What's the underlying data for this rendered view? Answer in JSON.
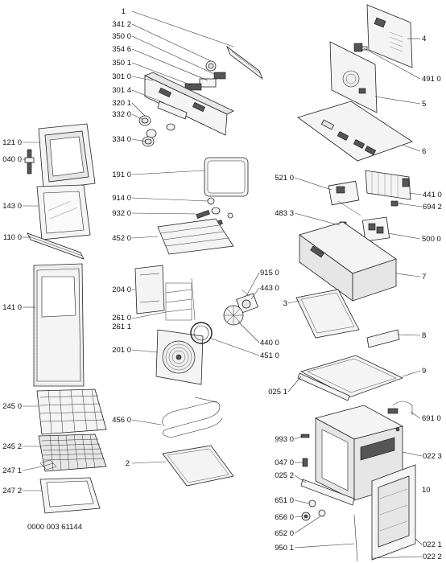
{
  "figure_code": "0000 003 61144",
  "parts": [
    {
      "id": "p1",
      "label": "1"
    },
    {
      "id": "p3412",
      "label": "341 2"
    },
    {
      "id": "p3500",
      "label": "350 0"
    },
    {
      "id": "p3546",
      "label": "354 6"
    },
    {
      "id": "p3501",
      "label": "350 1"
    },
    {
      "id": "p3010",
      "label": "301 0"
    },
    {
      "id": "p3014",
      "label": "301 4"
    },
    {
      "id": "p3201",
      "label": "320 1"
    },
    {
      "id": "p3320",
      "label": "332 0"
    },
    {
      "id": "p3340",
      "label": "334 0"
    },
    {
      "id": "p1210",
      "label": "121 0"
    },
    {
      "id": "p0400",
      "label": "040 0"
    },
    {
      "id": "p1430",
      "label": "143 0"
    },
    {
      "id": "p1100",
      "label": "110 0"
    },
    {
      "id": "p1410",
      "label": "141 0"
    },
    {
      "id": "p2450",
      "label": "245 0"
    },
    {
      "id": "p2452",
      "label": "245 2"
    },
    {
      "id": "p2471",
      "label": "247 1"
    },
    {
      "id": "p2472",
      "label": "247 2"
    },
    {
      "id": "p1910",
      "label": "191 0"
    },
    {
      "id": "p9140",
      "label": "914 0"
    },
    {
      "id": "p9320",
      "label": "932 0"
    },
    {
      "id": "p4520",
      "label": "452 0"
    },
    {
      "id": "p2040",
      "label": "204 0"
    },
    {
      "id": "p2610",
      "label": "261 0"
    },
    {
      "id": "p2611",
      "label": "261 1"
    },
    {
      "id": "p2010",
      "label": "201 0"
    },
    {
      "id": "p4560",
      "label": "456 0"
    },
    {
      "id": "p2",
      "label": "2"
    },
    {
      "id": "p9150",
      "label": "915 0"
    },
    {
      "id": "p4430",
      "label": "443 0"
    },
    {
      "id": "p4400",
      "label": "440 0"
    },
    {
      "id": "p4510",
      "label": "451 0"
    },
    {
      "id": "p4",
      "label": "4"
    },
    {
      "id": "p4910",
      "label": "491 0"
    },
    {
      "id": "p5",
      "label": "5"
    },
    {
      "id": "p6",
      "label": "6"
    },
    {
      "id": "p5210",
      "label": "521 0"
    },
    {
      "id": "p4410",
      "label": "441 0"
    },
    {
      "id": "p6942",
      "label": "694 2"
    },
    {
      "id": "p4833",
      "label": "483 3"
    },
    {
      "id": "p5000",
      "label": "500 0"
    },
    {
      "id": "p7",
      "label": "7"
    },
    {
      "id": "p3",
      "label": "3"
    },
    {
      "id": "p8",
      "label": "8"
    },
    {
      "id": "p9",
      "label": "9"
    },
    {
      "id": "p0251",
      "label": "025 1"
    },
    {
      "id": "p6910",
      "label": "691 0"
    },
    {
      "id": "p9930",
      "label": "993 0"
    },
    {
      "id": "p0223",
      "label": "022 3"
    },
    {
      "id": "p0470",
      "label": "047 0"
    },
    {
      "id": "p0252",
      "label": "025 2"
    },
    {
      "id": "p10",
      "label": "10"
    },
    {
      "id": "p6510",
      "label": "651 0"
    },
    {
      "id": "p6560",
      "label": "656 0"
    },
    {
      "id": "p6520",
      "label": "652 0"
    },
    {
      "id": "p9501",
      "label": "950 1"
    },
    {
      "id": "p0221",
      "label": "022 1"
    },
    {
      "id": "p0222",
      "label": "022 2"
    }
  ]
}
